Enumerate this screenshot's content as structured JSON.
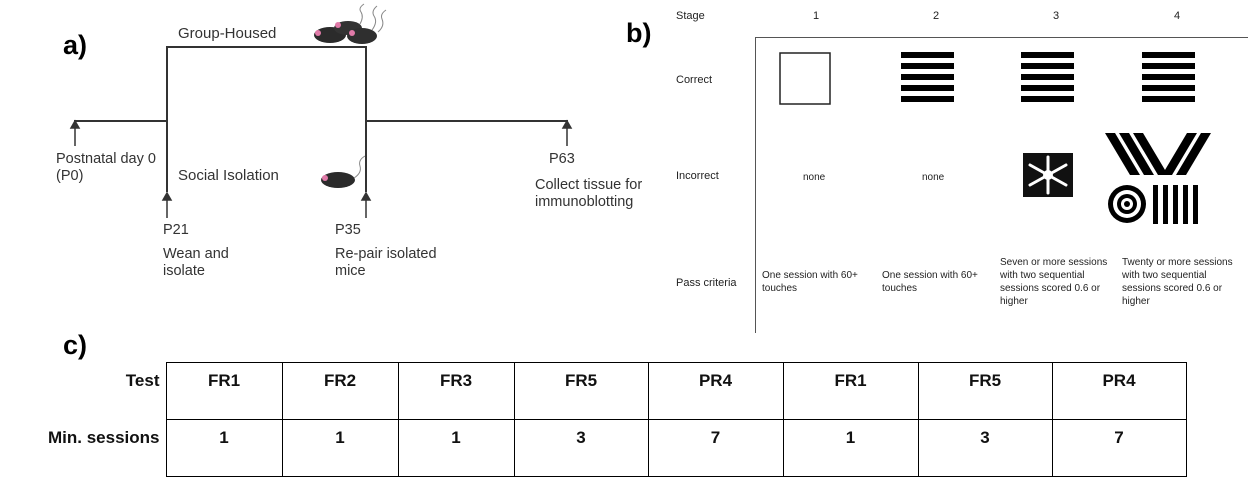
{
  "panel_a": {
    "label": "a)",
    "group_housed": "Group-Housed",
    "social_isolation": "Social Isolation",
    "p0_line1": "Postnatal day 0",
    "p0_line2": "(P0)",
    "p21": "P21",
    "p21_desc1": "Wean and",
    "p21_desc2": "isolate",
    "p35": "P35",
    "p35_desc1": "Re-pair isolated",
    "p35_desc2": "mice",
    "p63": "P63",
    "p63_desc1": "Collect tissue for",
    "p63_desc2": "immunoblotting"
  },
  "panel_b": {
    "label": "b)",
    "stage_header": "Stage",
    "stages": [
      "1",
      "2",
      "3",
      "4"
    ],
    "row_correct": "Correct",
    "row_incorrect": "Incorrect",
    "row_pass": "Pass criteria",
    "incorrect_none_1": "none",
    "incorrect_none_2": "none",
    "pass_1": "One session with 60+ touches",
    "pass_2": "One session with 60+ touches",
    "pass_3": "Seven or more sessions with two sequential sessions scored 0.6 or higher",
    "pass_4": "Twenty or more sessions with two sequential sessions scored 0.6 or higher"
  },
  "panel_c": {
    "label": "c)",
    "row1_header": "Test",
    "row1": [
      "FR1",
      "FR2",
      "FR3",
      "FR5",
      "PR4",
      "FR1",
      "FR5",
      "PR4"
    ],
    "row2_header": "Min. sessions",
    "row2": [
      "1",
      "1",
      "1",
      "3",
      "7",
      "1",
      "3",
      "7"
    ]
  }
}
